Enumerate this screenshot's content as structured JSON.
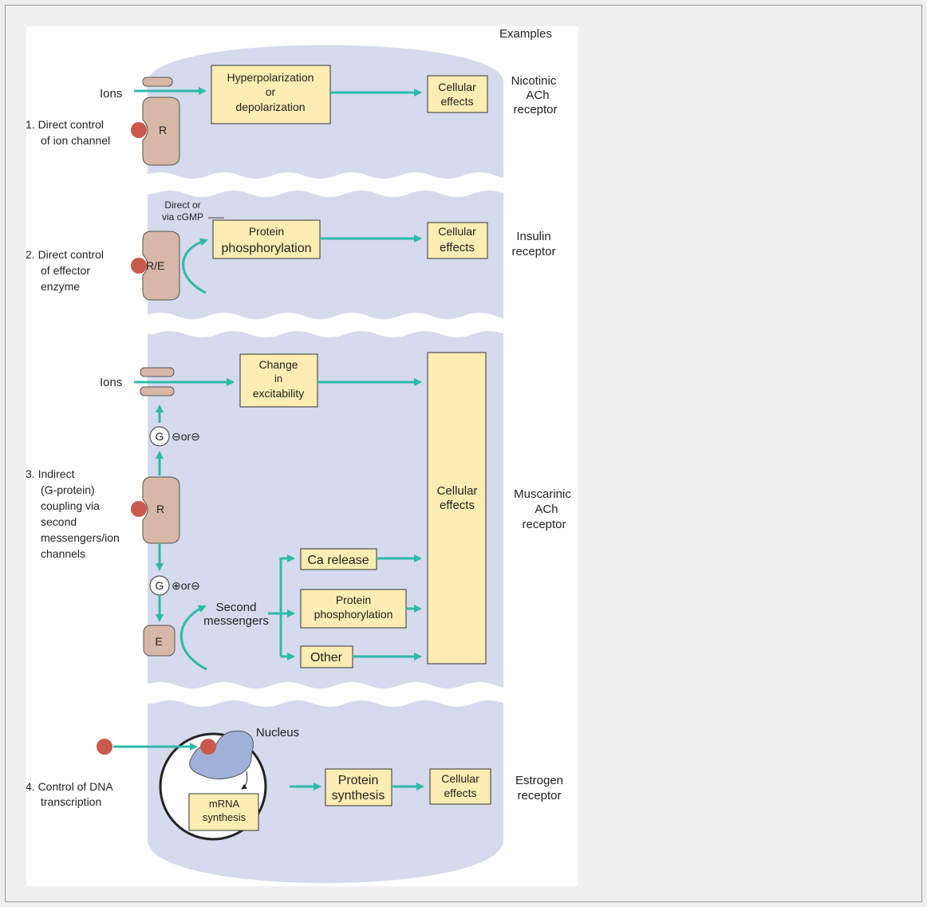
{
  "header": {
    "examples": "Examples"
  },
  "sections": [
    {
      "label": [
        "1. Direct control",
        "of ion channel"
      ],
      "example": [
        "Nicotinic",
        "ACh",
        "receptor"
      ],
      "ions": "Ions",
      "receptor": "R",
      "box1": [
        "Hyperpolarization",
        "or",
        "depolarization"
      ],
      "box2": [
        "Cellular",
        "effects"
      ]
    },
    {
      "label": [
        "2. Direct control",
        "of effector",
        "enzyme"
      ],
      "example": [
        "Insulin",
        "receptor"
      ],
      "note": [
        "Direct or",
        "via cGMP"
      ],
      "receptor": "R/E",
      "box1": [
        "Protein",
        "phosphorylation"
      ],
      "box2": [
        "Cellular",
        "effects"
      ]
    },
    {
      "label": [
        "3. Indirect",
        "(G-protein)",
        "coupling via",
        "second",
        "messengers/ion",
        "channels"
      ],
      "example": [
        "Muscarinic",
        "ACh",
        "receptor"
      ],
      "ions": "Ions",
      "receptor": "R",
      "g": "G",
      "g_top_signs": "⊖or⊖",
      "g_bottom_signs": "⊕or⊖",
      "effector": "E",
      "second_messengers": [
        "Second",
        "messengers"
      ],
      "change_box": [
        "Change",
        "in",
        "excitability"
      ],
      "ca_box": "Ca release",
      "prot_box": [
        "Protein",
        "phosphorylation"
      ],
      "other_box": "Other",
      "big_box": [
        "Cellular",
        "effects"
      ]
    },
    {
      "label": [
        "4. Control of DNA",
        "transcription"
      ],
      "example": [
        "Estrogen",
        "receptor"
      ],
      "nucleus": "Nucleus",
      "mrna_box": [
        "mRNA",
        "synthesis"
      ],
      "box1": [
        "Protein",
        "synthesis"
      ],
      "box2": [
        "Cellular",
        "effects"
      ]
    }
  ],
  "colors": {
    "band": "#d5daec",
    "box": "#fdedb3",
    "arrow": "#2dbaaa",
    "receptor": "#d7b7a6",
    "ligand": "#c9594a",
    "nuclear_receptor": "#9fb1d9"
  }
}
